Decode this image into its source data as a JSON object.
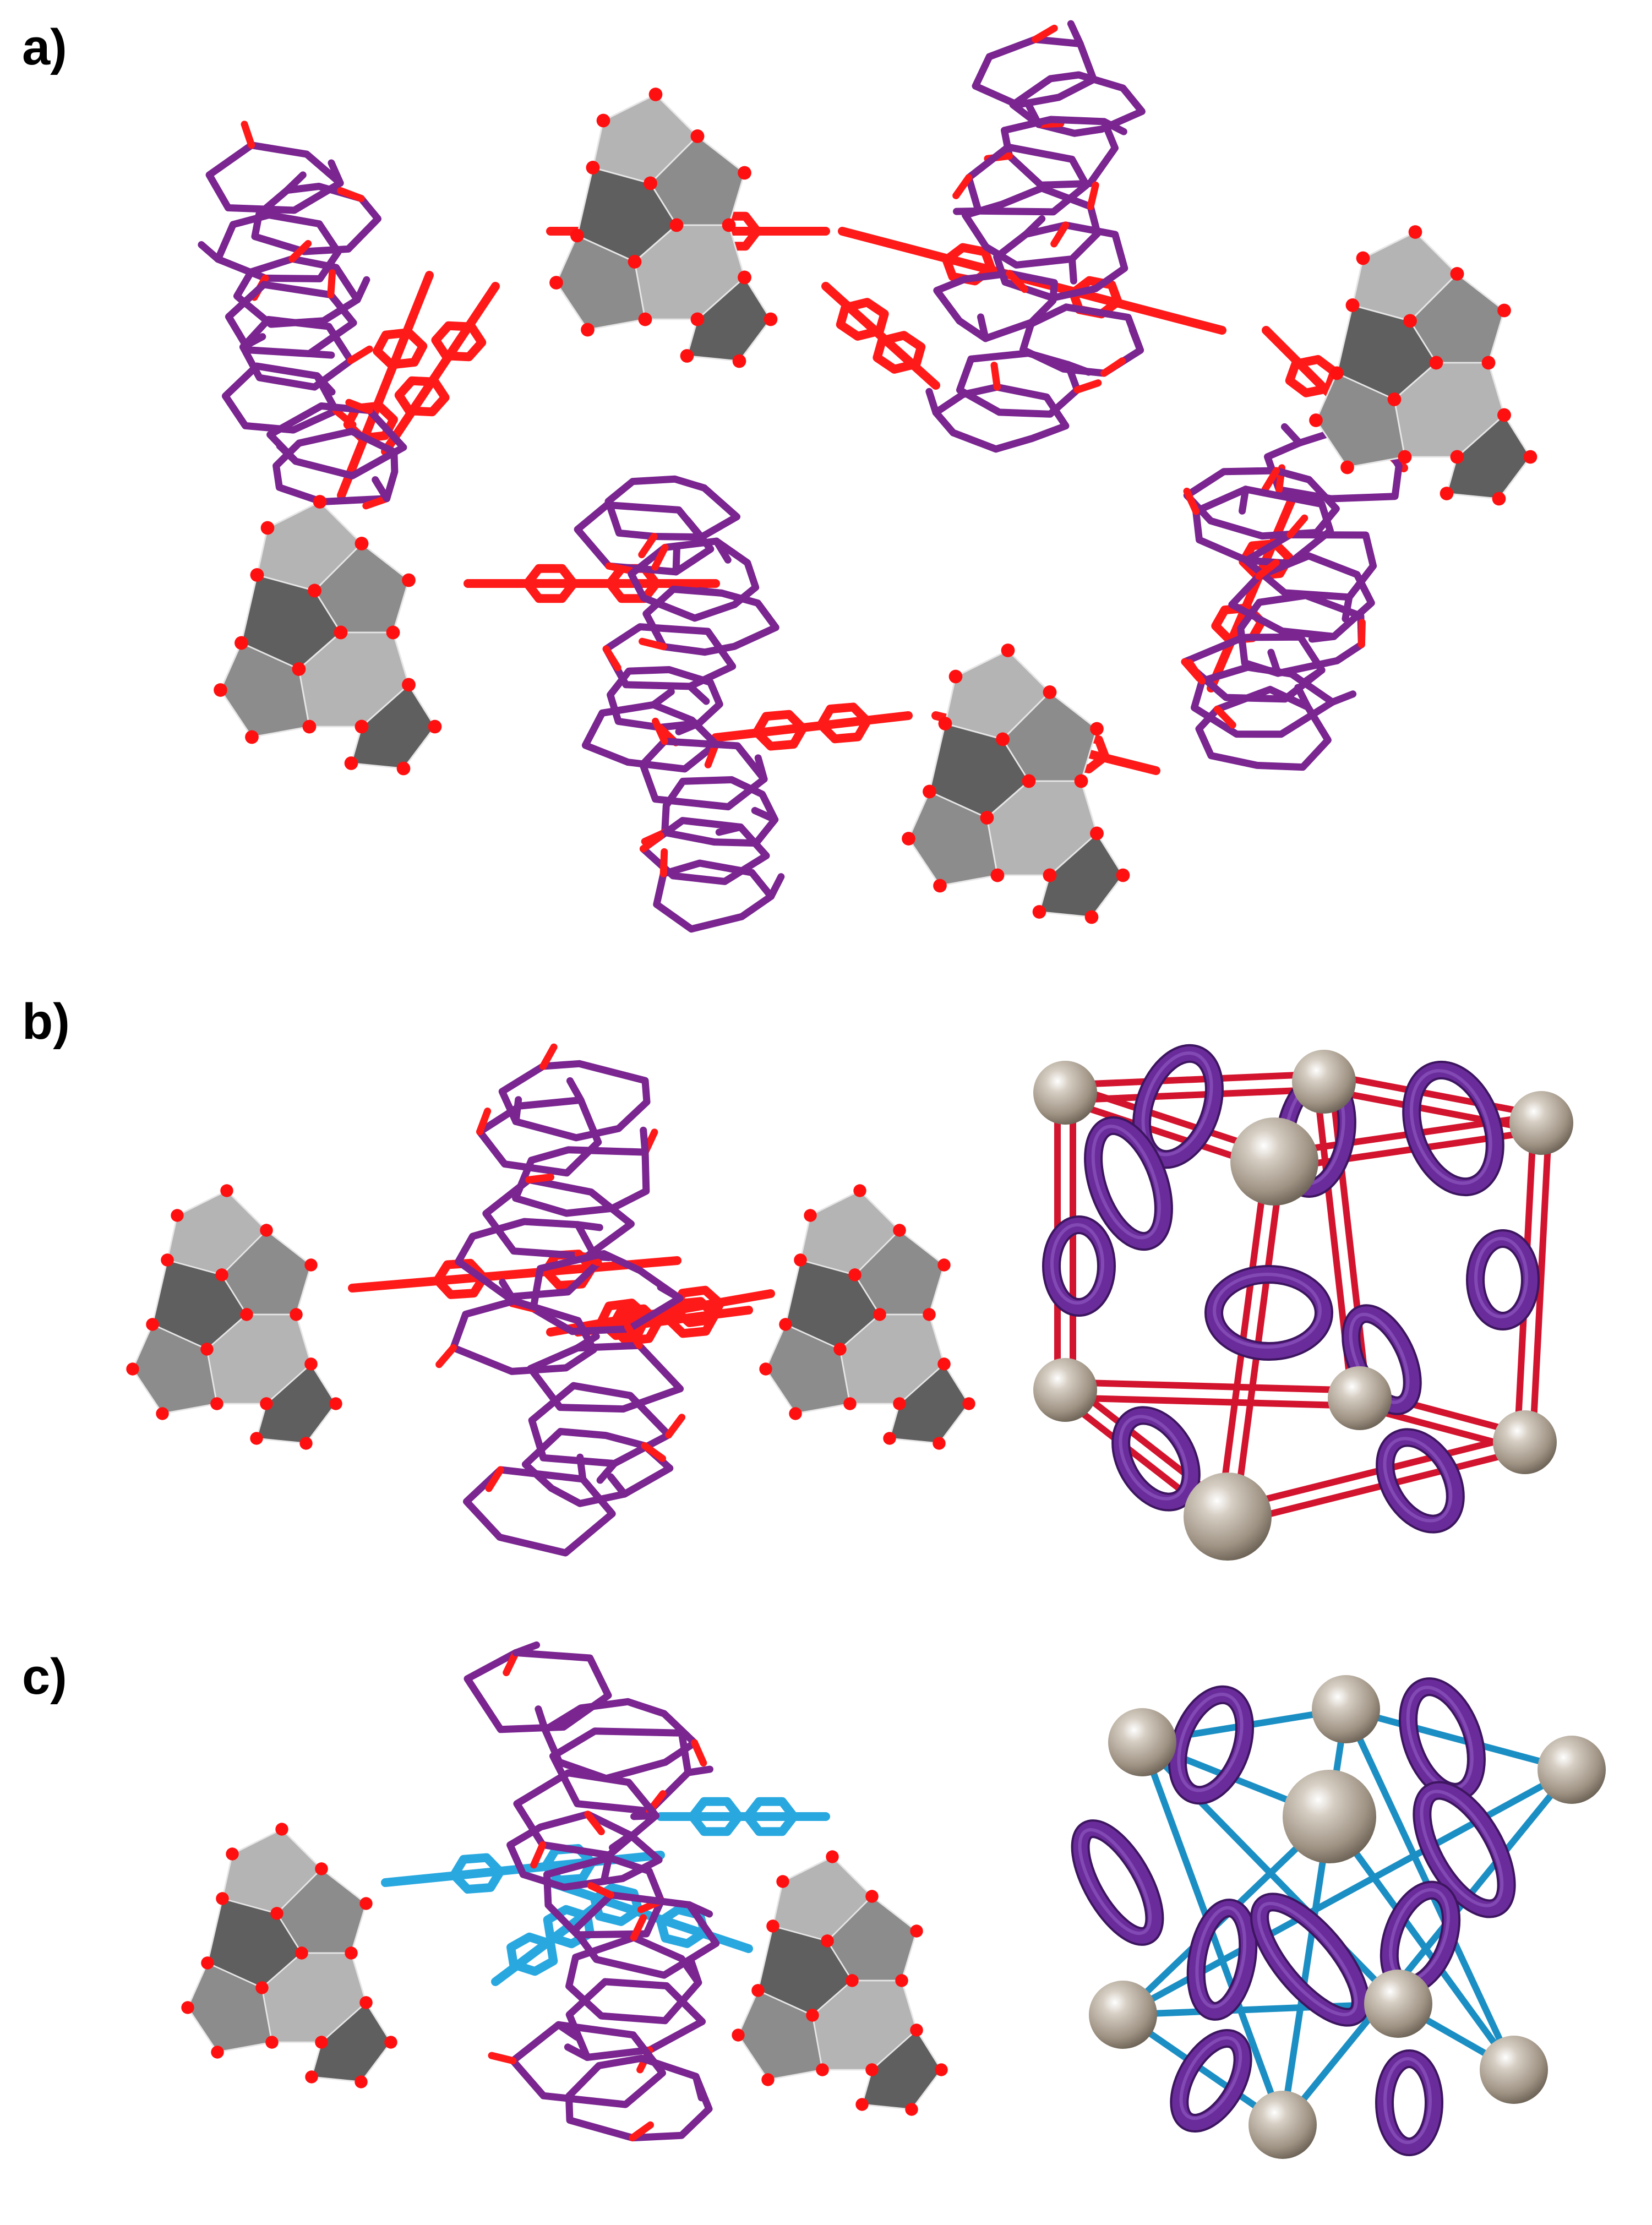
{
  "panels": [
    {
      "label": "a)"
    },
    {
      "label": "b)"
    },
    {
      "label": "c)"
    }
  ],
  "colors": {
    "polyhedron_light": "#b4b4b4",
    "polyhedron_mid": "#8c8c8c",
    "polyhedron_dark": "#5f5f5f",
    "oxygen_atom": "#ff1010",
    "linker_red": "#ff1a1a",
    "linker_blue": "#29a8e0",
    "macrocycle_purple": "#7a2590",
    "torus_purple": "#6a2c9a",
    "node_sphere": "#b5aa9c",
    "rod_red": "#d3142e",
    "rod_blue": "#1b8fc4"
  }
}
